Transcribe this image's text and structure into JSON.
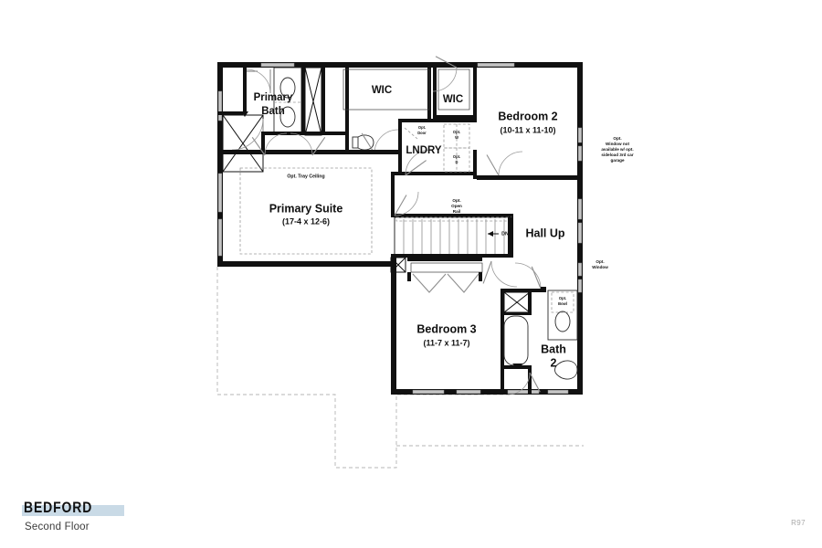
{
  "footer": {
    "brand": "BEDFORD",
    "floor_label": "Second Floor",
    "plan_code": "R97"
  },
  "rooms": [
    {
      "id": "primary_bath",
      "name": "Primary",
      "name2": "Bath",
      "dimensions": ""
    },
    {
      "id": "wic_primary",
      "name": "WIC",
      "dimensions": ""
    },
    {
      "id": "wic_bed2",
      "name": "WIC",
      "dimensions": ""
    },
    {
      "id": "bedroom2",
      "name": "Bedroom 2",
      "dimensions": "(10-11 x 11-10)"
    },
    {
      "id": "laundry",
      "name": "LNDRY",
      "dimensions": ""
    },
    {
      "id": "primary_suite",
      "name": "Primary Suite",
      "dimensions": "(17-4 x 12-6)"
    },
    {
      "id": "hall_up",
      "name": "Hall Up",
      "dimensions": ""
    },
    {
      "id": "bedroom3",
      "name": "Bedroom 3",
      "dimensions": "(11-7 x 11-7)"
    },
    {
      "id": "bath2",
      "name": "Bath",
      "name2": "2",
      "dimensions": ""
    }
  ],
  "labels": {
    "primary_bath_l1": "Primary",
    "primary_bath_l2": "Bath",
    "wic_primary": "WIC",
    "wic_bed2": "WIC",
    "bedroom2": "Bedroom 2",
    "bedroom2_dim": "(10-11 x 11-10)",
    "laundry": "LNDRY",
    "primary_suite": "Primary Suite",
    "primary_suite_dim": "(17-4 x 12-6)",
    "hall_up": "Hall Up",
    "bedroom3": "Bedroom 3",
    "bedroom3_dim": "(11-7 x 11-7)",
    "bath2_l1": "Bath",
    "bath2_l2": "2"
  },
  "annotations": {
    "tray_ceiling": "Opt. Tray Ceiling",
    "opt_door": "Opt.",
    "opt_door2": "Door",
    "opt_w1": "Opt.",
    "opt_w2": "W",
    "opt_d1": "Opt.",
    "opt_d2": "D",
    "opt_open_rail_1": "Opt.",
    "opt_open_rail_2": "Open",
    "opt_open_rail_3": "Rail",
    "stair_direction": "DN",
    "opt_window_garage_1": "Opt.",
    "opt_window_garage_2": "Window not",
    "opt_window_garage_3": "available w/ opt.",
    "opt_window_garage_4": "sideload 3rd car",
    "opt_window_garage_5": "garage",
    "opt_window_1": "Opt.",
    "opt_window_2": "Window",
    "opt_bowl_1": "Opt.",
    "opt_bowl_2": "Bowl"
  },
  "colors": {
    "wall": "#111111",
    "window_glass": "#c6c6c6",
    "door_swing": "#9a9a9a",
    "optional_dash": "#9a9a9a",
    "footprint_dash": "#b4b4b4",
    "brand_bar": "#c9dae6",
    "background": "#ffffff",
    "text": "#111111"
  }
}
